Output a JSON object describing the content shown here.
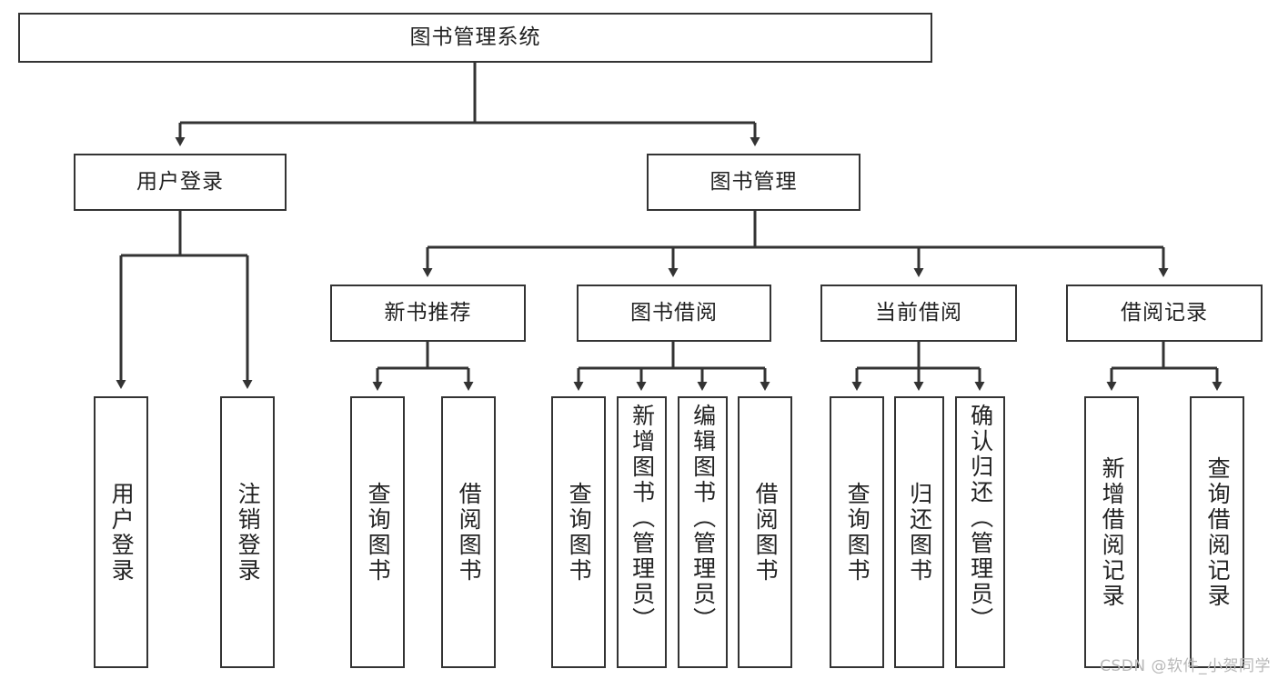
{
  "diagram": {
    "title": "图书管理系统",
    "type": "functional-structure-tree",
    "root": {
      "label": "图书管理系统"
    },
    "level2": [
      {
        "label": "用户登录"
      },
      {
        "label": "图书管理"
      }
    ],
    "level3": [
      {
        "label": "新书推荐"
      },
      {
        "label": "图书借阅"
      },
      {
        "label": "当前借阅"
      },
      {
        "label": "借阅记录"
      }
    ],
    "leaves": {
      "user_login": [
        {
          "label": "用户登录"
        },
        {
          "label": "注销登录"
        }
      ],
      "new_book_recommend": [
        {
          "label": "查询图书"
        },
        {
          "label": "借阅图书"
        }
      ],
      "book_borrow": [
        {
          "label": "查询图书"
        },
        {
          "label": "新增图书（管理员）"
        },
        {
          "label": "编辑图书（管理员）"
        },
        {
          "label": "借阅图书"
        }
      ],
      "current_borrow": [
        {
          "label": "查询图书"
        },
        {
          "label": "归还图书"
        },
        {
          "label": "确认归还（管理员）"
        }
      ],
      "borrow_records": [
        {
          "label": "新增借阅记录"
        },
        {
          "label": "查询借阅记录"
        }
      ]
    }
  },
  "watermark": {
    "text": "CSDN @软件_小贺同学"
  },
  "colors": {
    "border": "#333333",
    "background": "#ffffff",
    "text": "#222222",
    "watermark": "#b8b8b8"
  }
}
